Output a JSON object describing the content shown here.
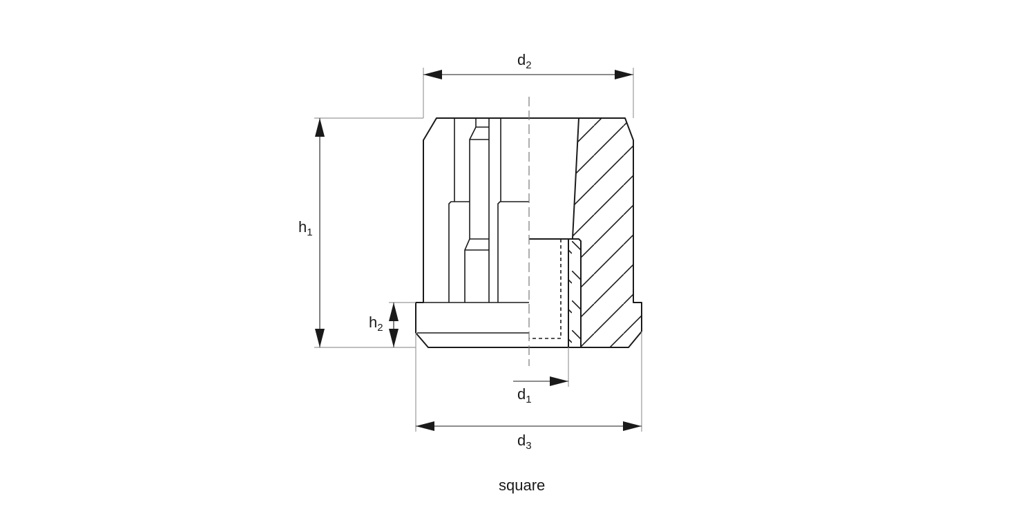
{
  "dimensions": {
    "d2": {
      "base": "d",
      "sub": "2"
    },
    "h1": {
      "base": "h",
      "sub": "1"
    },
    "h2": {
      "base": "h",
      "sub": "2"
    },
    "d1": {
      "base": "d",
      "sub": "1"
    },
    "d3": {
      "base": "d",
      "sub": "3"
    }
  },
  "caption": "square"
}
